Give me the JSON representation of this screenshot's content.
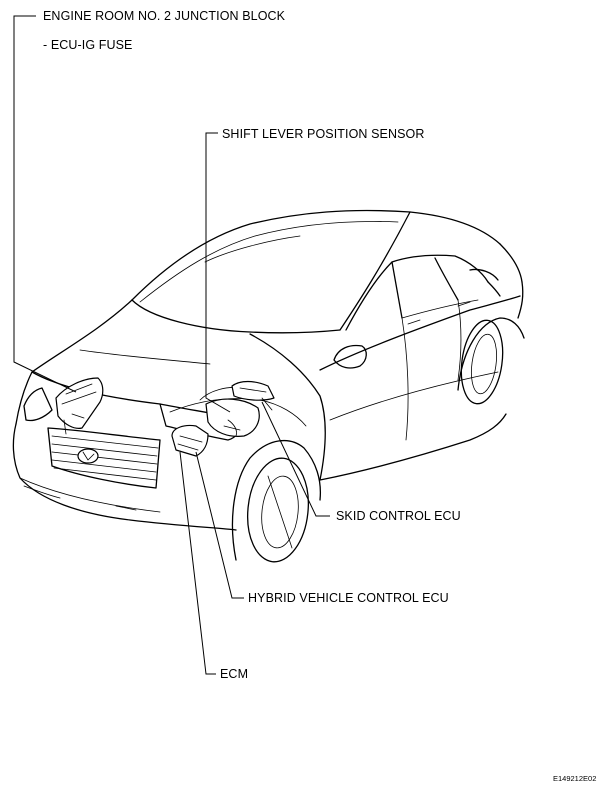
{
  "labels": {
    "engine_room_junction": "ENGINE ROOM NO. 2 JUNCTION BLOCK",
    "ecu_ig_fuse": "- ECU-IG FUSE",
    "shift_lever_sensor": "SHIFT LEVER POSITION SENSOR",
    "skid_control_ecu": "SKID CONTROL ECU",
    "hybrid_vehicle_control_ecu": "HYBRID VEHICLE CONTROL ECU",
    "ecm": "ECM"
  },
  "figure_code": "E149212E02"
}
